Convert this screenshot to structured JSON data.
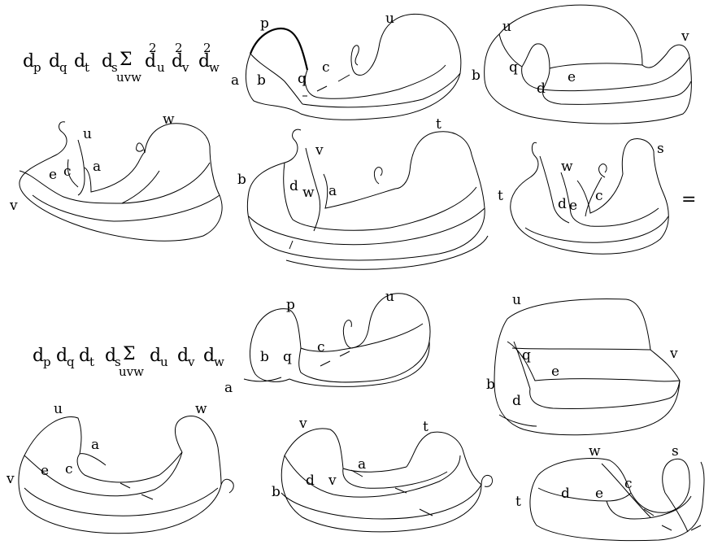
{
  "equals_sign": "=",
  "formula_top": {
    "d": [
      "d",
      "d",
      "d",
      "d",
      "d",
      "d",
      "d"
    ],
    "subscripts": [
      "p",
      "q",
      "t",
      "s",
      "u",
      "v",
      "w"
    ],
    "sum_symbol": "Σ",
    "sum_index": "uvw",
    "exponents": [
      "2",
      "2",
      "2"
    ]
  },
  "formula_bottom": {
    "d": [
      "d",
      "d",
      "d",
      "d",
      "d",
      "d",
      "d"
    ],
    "subscripts": [
      "p",
      "q",
      "t",
      "s",
      "u",
      "v",
      "w"
    ],
    "sum_symbol": "Σ",
    "sum_index": "uvw"
  },
  "surfaces": {
    "top_1": [
      "p",
      "u",
      "a",
      "b",
      "q",
      "c"
    ],
    "top_2": [
      "u",
      "v",
      "b",
      "q",
      "d",
      "e"
    ],
    "mid_1": [
      "u",
      "w",
      "e",
      "c",
      "a",
      "v"
    ],
    "mid_2": [
      "v",
      "t",
      "b",
      "d",
      "w",
      "a"
    ],
    "mid_3": [
      "w",
      "s",
      "t",
      "d",
      "e",
      "c"
    ],
    "bot_1": [
      "p",
      "u",
      "b",
      "q",
      "c",
      "a"
    ],
    "bot_2": [
      "u",
      "v",
      "q",
      "e",
      "b",
      "d"
    ],
    "low_1": [
      "u",
      "w",
      "a",
      "v",
      "e",
      "c"
    ],
    "low_2": [
      "v",
      "t",
      "a",
      "b",
      "d",
      "v"
    ],
    "low_3": [
      "w",
      "s",
      "t",
      "d",
      "e",
      "c"
    ]
  }
}
